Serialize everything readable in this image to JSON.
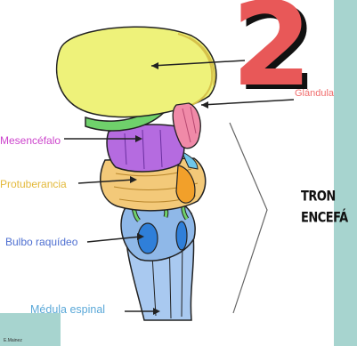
{
  "labels": {
    "mesencefalo": "Mesencéfalo",
    "protuberancia": "Protuberancia",
    "bulbo": "Bulbo raquídeo",
    "medula": "Médula espinal",
    "glandula": "Glándula"
  },
  "heading": {
    "line1": "TRON",
    "line2": "ENCEFÁ"
  },
  "big_number": "2",
  "credit": "E.Mainez",
  "colors": {
    "cerebellum": "#eef27a",
    "midbrain": "#b56be0",
    "pons": "#f3c979",
    "medulla": "#8fb8e8",
    "spinal_cord": "#a9c9f0",
    "gland": "#f08aa8",
    "accent_green": "#6fd16b",
    "number_red": "#e85858"
  }
}
